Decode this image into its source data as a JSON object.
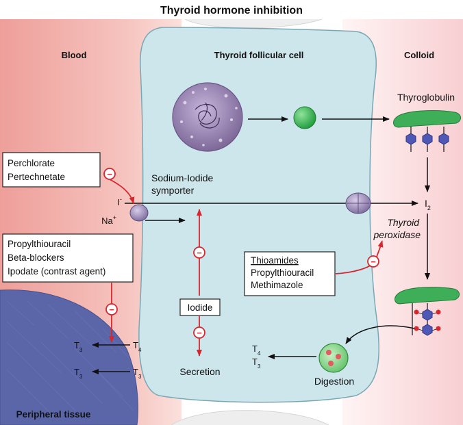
{
  "title": "Thyroid hormone inhibition",
  "regions": {
    "blood": "Blood",
    "cell": "Thyroid follicular cell",
    "colloid": "Colloid",
    "peripheral": "Peripheral tissue"
  },
  "labels": {
    "thyroglobulin": "Thyroglobulin",
    "symporter_line1": "Sodium-Iodide",
    "symporter_line2": "symporter",
    "iodide_ion": "I",
    "iodide_charge": "-",
    "sodium_ion": "Na",
    "sodium_charge": "+",
    "iodine": "I",
    "iodine_sub": "2",
    "peroxidase_line1": "Thyroid",
    "peroxidase_line2": "peroxidase",
    "iodide_box": "Iodide",
    "secretion": "Secretion",
    "digestion": "Digestion",
    "t4_cell": "T",
    "t4_cell_sub": "4",
    "t3_cell": "T",
    "t3_cell_sub": "3",
    "t3_out1": "T",
    "t3_out1_sub": "3",
    "t4_in": "T",
    "t4_in_sub": "4",
    "t3_out2": "T",
    "t3_out2_sub": "3",
    "t3_in": "T",
    "t3_in_sub": "3"
  },
  "inhibitor_boxes": {
    "box1": [
      "Perchlorate",
      "Pertechnetate"
    ],
    "box2": [
      "Propylthiouracil",
      "Beta-blockers",
      "Ipodate (contrast agent)"
    ],
    "box3": [
      "Thioamides",
      "Propylthiouracil",
      "Methimazole"
    ]
  },
  "inhibit_symbol": "−",
  "colors": {
    "blood": "#f7c9c4",
    "cell": "#cfe8ee",
    "colloid": "#fbe1e1",
    "peripheral": "#5b66a8",
    "inhibit": "#d7262e",
    "thyroglobulin": "#3fae59",
    "nucleus": "#9b86b8"
  }
}
